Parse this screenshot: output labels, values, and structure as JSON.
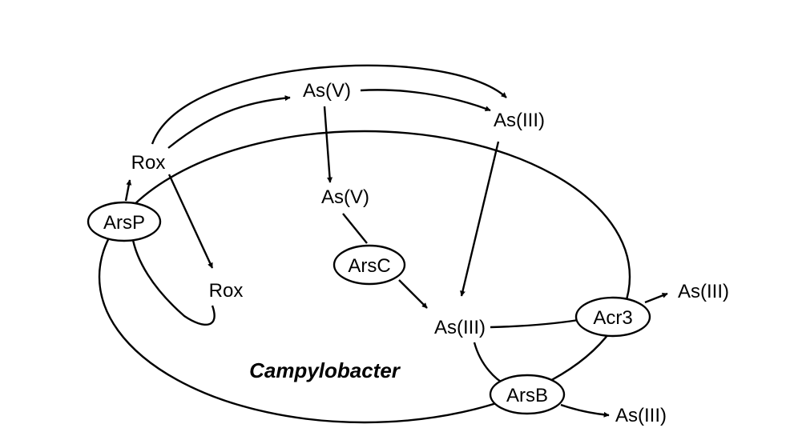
{
  "organism": "Campylobacter",
  "proteins": {
    "arsp": "ArsP",
    "arsc": "ArsC",
    "acr3": "Acr3",
    "arsb": "ArsB"
  },
  "species": {
    "rox_outside": "Rox",
    "rox_inside": "Rox",
    "as5_outside": "As(V)",
    "as3_outside": "As(III)",
    "as5_inside": "As(V)",
    "as3_inside": "As(III)",
    "as3_exported_acr3": "As(III)",
    "as3_exported_arsb": "As(III)"
  }
}
